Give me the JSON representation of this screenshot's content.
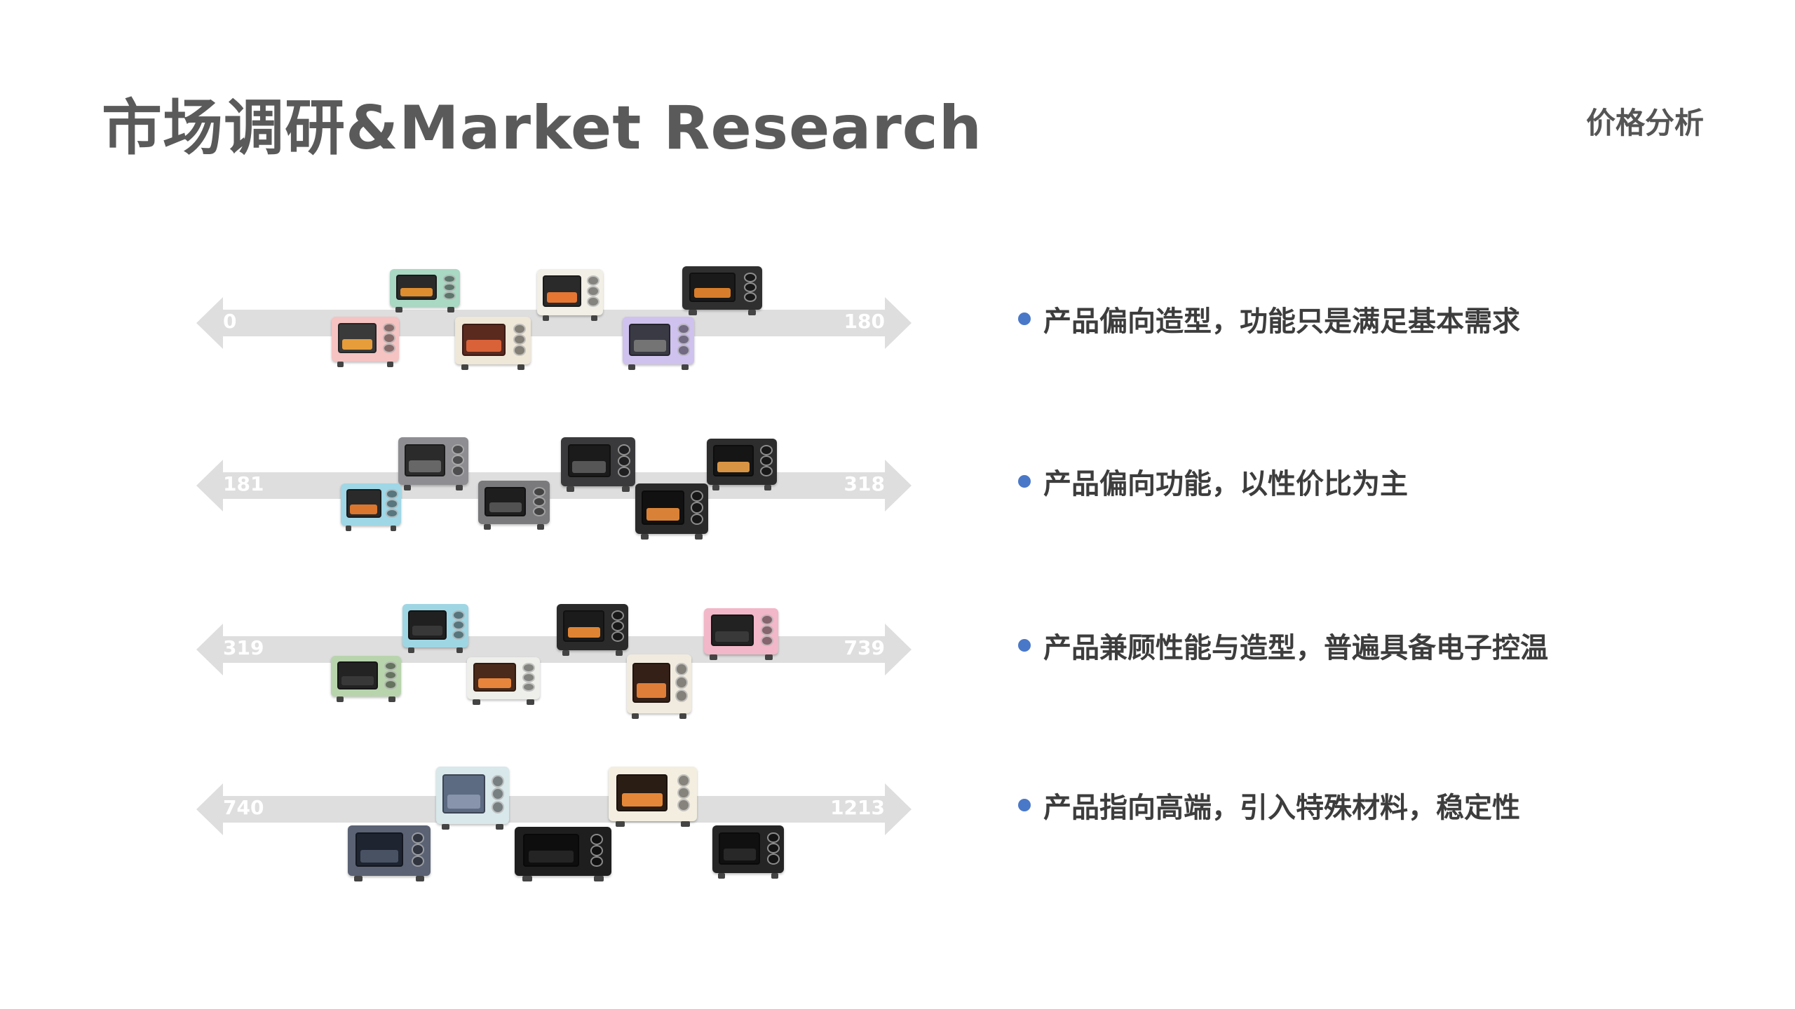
{
  "header": {
    "title": "市场调研&Market Research",
    "section": "价格分析"
  },
  "tiers": [
    {
      "min": "0",
      "max": "180",
      "description": "产品偏向造型，功能只是满足基本需求",
      "ovens": [
        {
          "body": "#a9d8c3",
          "window": "#2a2a2a",
          "glow": "#e8922f"
        },
        {
          "body": "#f1efe6",
          "window": "#2a2a2a",
          "glow": "#f07a33"
        },
        {
          "body": "#2f2f2f",
          "window": "#1a1a1a",
          "glow": "#e2832c"
        },
        {
          "body": "#f5c3c2",
          "window": "#3a3a3a",
          "glow": "#f0a23a"
        },
        {
          "body": "#efe7d8",
          "window": "#5a2a1f",
          "glow": "#e2653b"
        },
        {
          "body": "#cfc2ee",
          "window": "#3a3a44",
          "glow": "#777777"
        }
      ]
    },
    {
      "min": "181",
      "max": "318",
      "description": "产品偏向功能，以性价比为主",
      "ovens": [
        {
          "body": "#8e8e92",
          "window": "#2b2b2b",
          "glow": "#6a6a6a"
        },
        {
          "body": "#3a3a3c",
          "window": "#1b1b1b",
          "glow": "#5a5a5a"
        },
        {
          "body": "#2d2d2d",
          "window": "#151515",
          "glow": "#e49b46"
        },
        {
          "body": "#9fd7e6",
          "window": "#2a2a2a",
          "glow": "#e47a2d"
        },
        {
          "body": "#7a7a7d",
          "window": "#1e1e1e",
          "glow": "#555555"
        },
        {
          "body": "#2a2a2a",
          "window": "#111111",
          "glow": "#e5893a"
        }
      ]
    },
    {
      "min": "319",
      "max": "739",
      "description": "产品兼顾性能与造型，普遍具备电子控温",
      "ovens": [
        {
          "body": "#9fd6e4",
          "window": "#202020",
          "glow": "#3a3a3a"
        },
        {
          "body": "#2a2a2a",
          "window": "#1b1b1b",
          "glow": "#ea8a35"
        },
        {
          "body": "#f2b7c8",
          "window": "#222222",
          "glow": "#3b3b3b"
        },
        {
          "body": "#b8d4ad",
          "window": "#232323",
          "glow": "#3a3a3a"
        },
        {
          "body": "#eeeeea",
          "window": "#4a2a1a",
          "glow": "#ef8a3f"
        },
        {
          "body": "#f1ebdf",
          "window": "#352017",
          "glow": "#e9843a"
        }
      ]
    },
    {
      "min": "740",
      "max": "1213",
      "description": "产品指向高端，引入特殊材料，稳定性",
      "ovens": [
        {
          "body": "#d9e8ea",
          "window": "#5c6b82",
          "glow": "#8a97ad"
        },
        {
          "body": "#f3eee0",
          "window": "#2a1d14",
          "glow": "#ee8d3a"
        },
        {
          "body": "#5a6274",
          "window": "#1e2430",
          "glow": "#4b5566"
        },
        {
          "body": "#1e1e1e",
          "window": "#0e0e0e",
          "glow": "#262626"
        },
        {
          "body": "#252525",
          "window": "#101010",
          "glow": "#2a2a2a"
        }
      ]
    }
  ]
}
